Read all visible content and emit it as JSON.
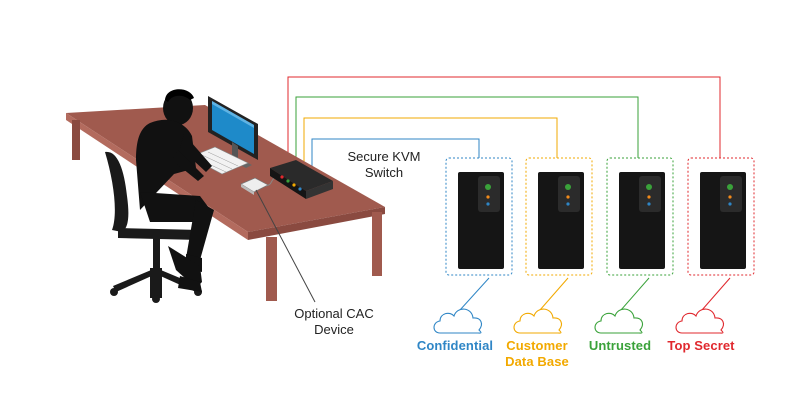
{
  "labels": {
    "kvm_line1": "Secure KVM",
    "kvm_line2": "Switch",
    "cac_line1": "Optional CAC",
    "cac_line2": "Device"
  },
  "networks": [
    {
      "name": "Confidential",
      "color": "#2f86c6"
    },
    {
      "name_line1": "Customer",
      "name_line2": "Data Base",
      "color": "#f2a900"
    },
    {
      "name": "Untrusted",
      "color": "#3aa23a"
    },
    {
      "name": "Top Secret",
      "color": "#e0282e"
    }
  ],
  "colors": {
    "desk": "#a05a4e",
    "silhouette": "#111111",
    "kvm_cable_red": "#e0282e",
    "kvm_cable_green": "#3aa23a",
    "kvm_cable_orange": "#f2a900",
    "kvm_cable_blue": "#2f86c6"
  }
}
